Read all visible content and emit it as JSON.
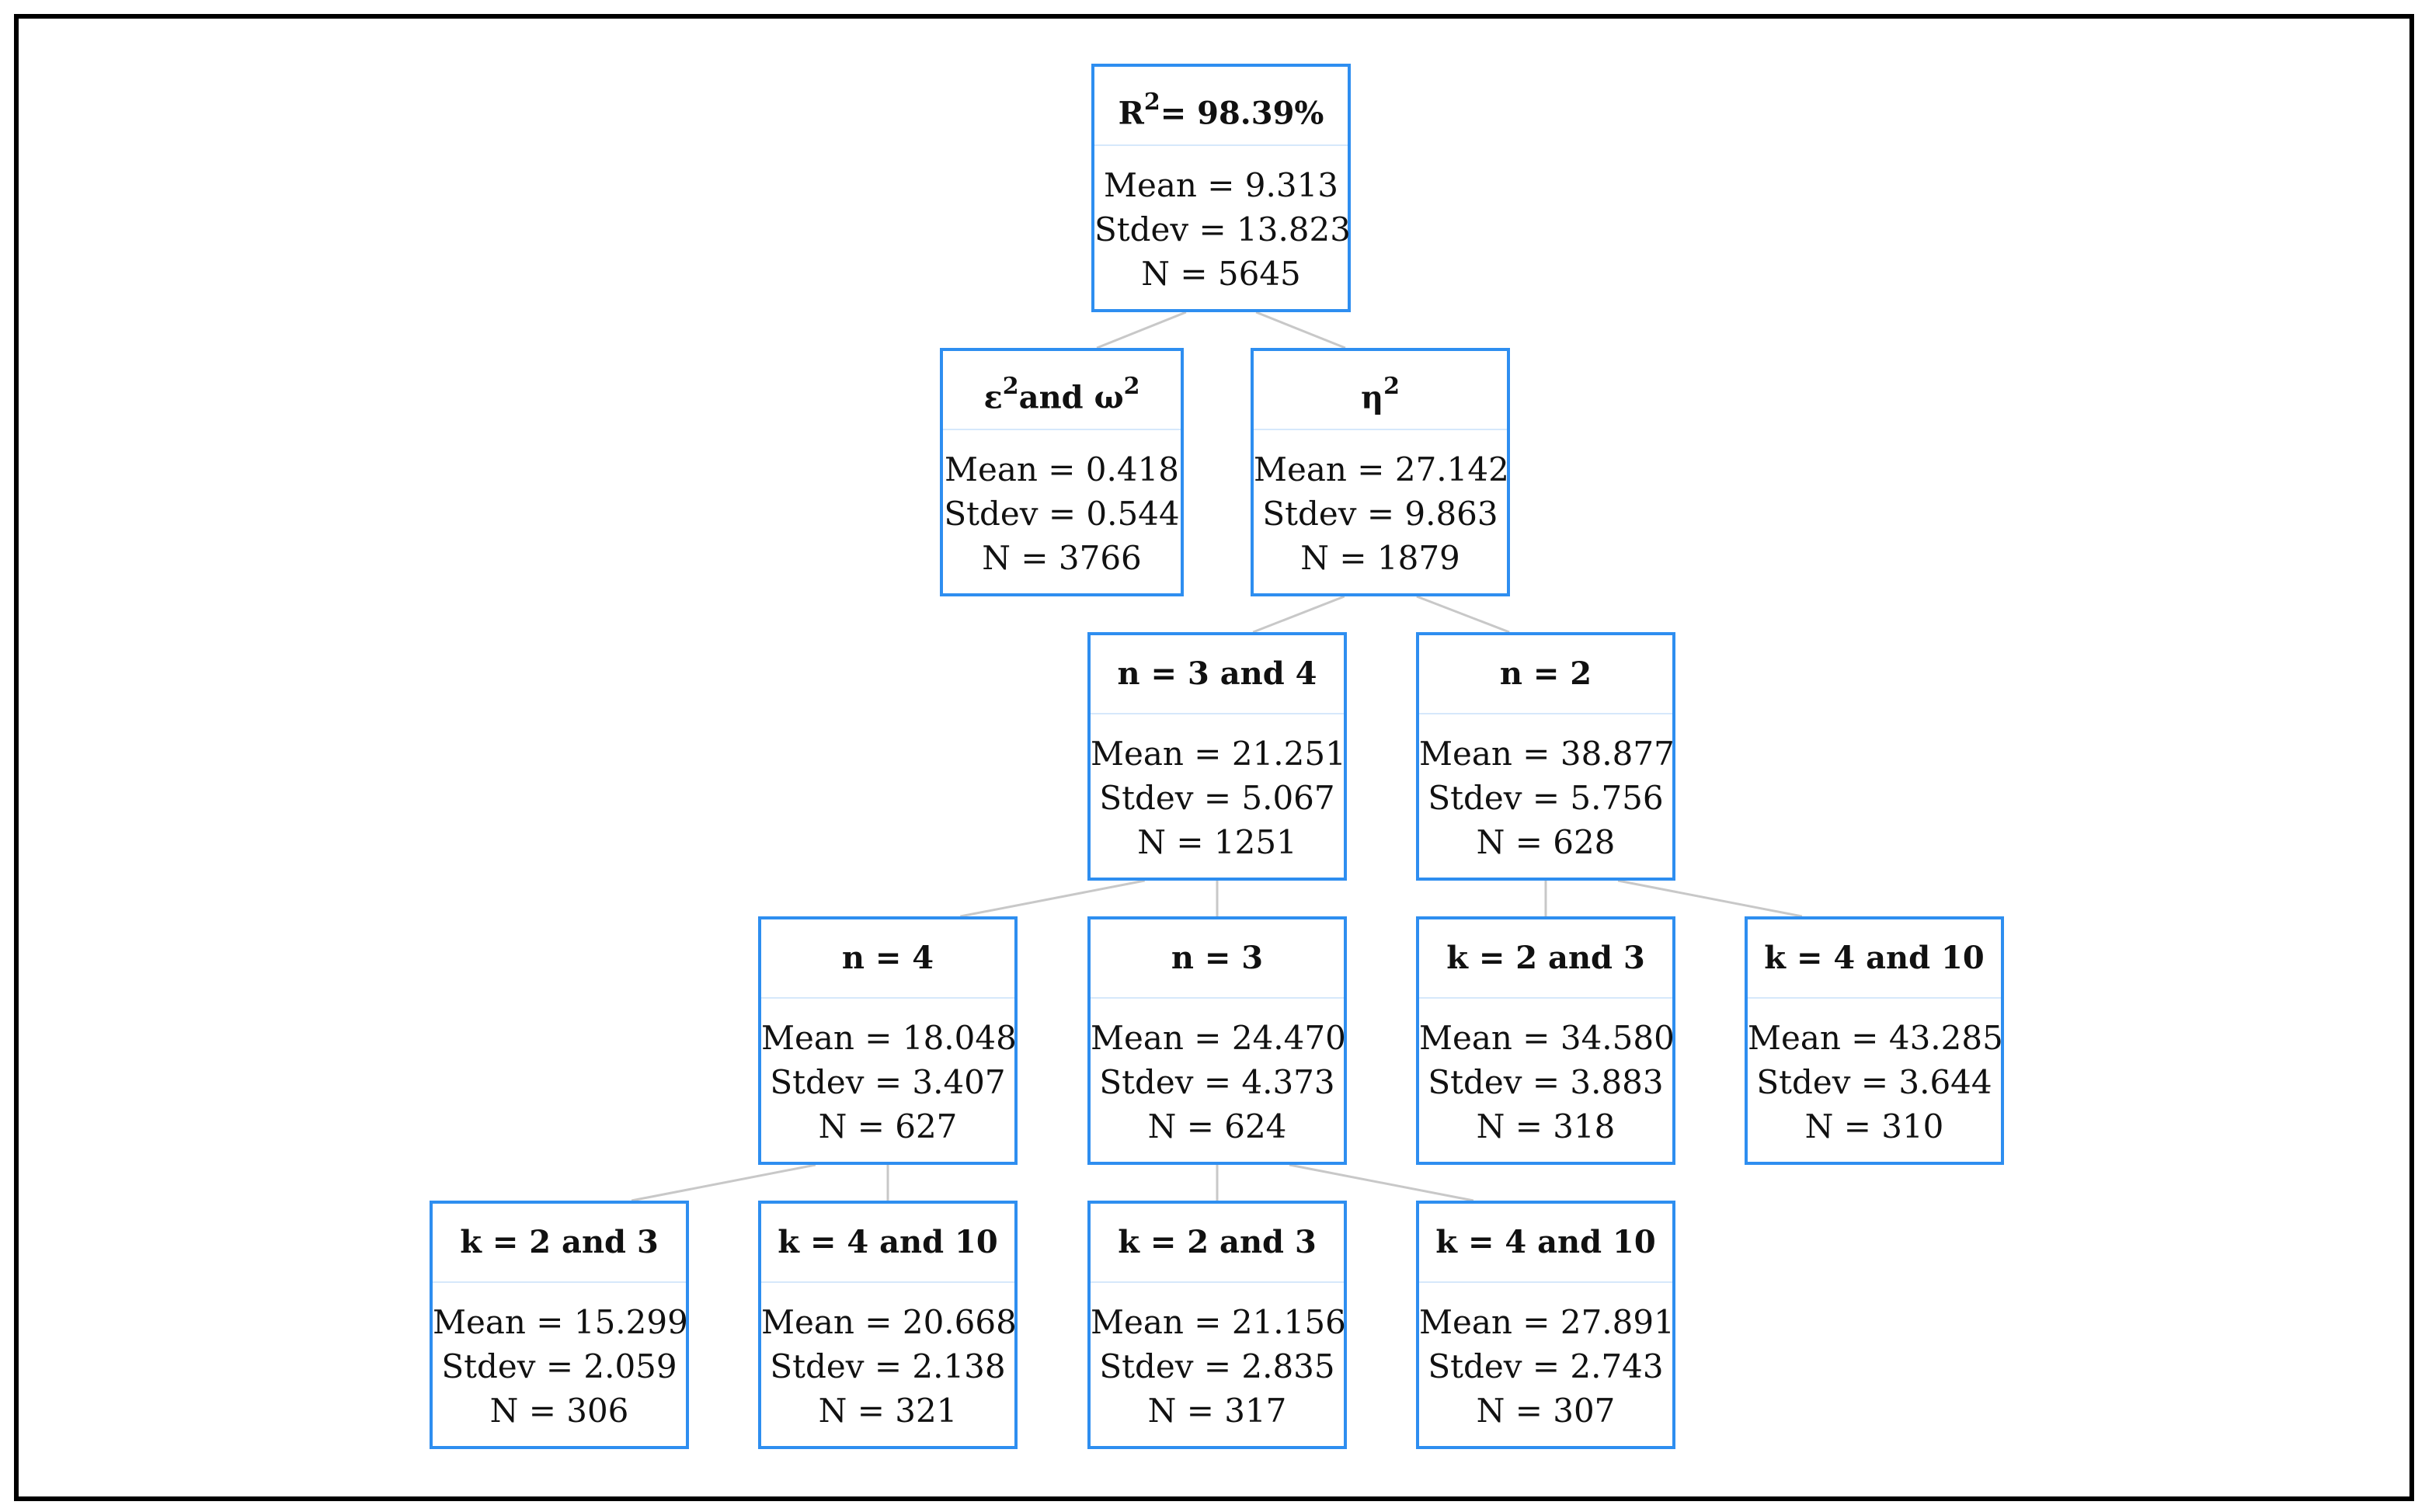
{
  "nodes": [
    {
      "id": "root",
      "title": "R",
      "sup": "2",
      "title_suffix": "= 98.39%",
      "mean": "Mean = 9.313",
      "stdev": "Stdev = 13.823",
      "n": "N = 5645"
    },
    {
      "id": "eps-omega",
      "title": "ε",
      "sup": "2",
      "title_suffix": "and ω",
      "sup2": "2",
      "mean": "Mean = 0.418",
      "stdev": "Stdev = 0.544",
      "n": "N = 3766"
    },
    {
      "id": "eta",
      "title": "η",
      "sup": "2",
      "title_suffix": "",
      "mean": "Mean = 27.142",
      "stdev": "Stdev = 9.863",
      "n": "N = 1879"
    },
    {
      "id": "n34",
      "title": "n = 3 and 4",
      "mean": "Mean = 21.251",
      "stdev": "Stdev = 5.067",
      "n": "N = 1251"
    },
    {
      "id": "n2",
      "title": "n = 2",
      "mean": "Mean = 38.877",
      "stdev": "Stdev = 5.756",
      "n": "N = 628"
    },
    {
      "id": "n4",
      "title": "n = 4",
      "mean": "Mean = 18.048",
      "stdev": "Stdev = 3.407",
      "n": "N = 627"
    },
    {
      "id": "n3",
      "title": "n = 3",
      "mean": "Mean = 24.470",
      "stdev": "Stdev = 4.373",
      "n": "N = 624"
    },
    {
      "id": "n2-k23",
      "title": "k = 2 and 3",
      "mean": "Mean = 34.580",
      "stdev": "Stdev = 3.883",
      "n": "N = 318"
    },
    {
      "id": "n2-k410",
      "title": "k = 4 and 10",
      "mean": "Mean = 43.285",
      "stdev": "Stdev = 3.644",
      "n": "N = 310"
    },
    {
      "id": "n4-k23",
      "title": "k = 2 and 3",
      "mean": "Mean = 15.299",
      "stdev": "Stdev = 2.059",
      "n": "N = 306"
    },
    {
      "id": "n4-k410",
      "title": "k = 4 and 10",
      "mean": "Mean = 20.668",
      "stdev": "Stdev = 2.138",
      "n": "N = 321"
    },
    {
      "id": "n3-k23",
      "title": "k = 2 and 3",
      "mean": "Mean = 21.156",
      "stdev": "Stdev = 2.835",
      "n": "N = 317"
    },
    {
      "id": "n3-k410",
      "title": "k = 4 and 10",
      "mean": "Mean = 27.891",
      "stdev": "Stdev = 2.743",
      "n": "N = 307"
    }
  ],
  "edges": [
    [
      "root",
      "eps-omega"
    ],
    [
      "root",
      "eta"
    ],
    [
      "eta",
      "n34"
    ],
    [
      "eta",
      "n2"
    ],
    [
      "n34",
      "n4"
    ],
    [
      "n34",
      "n3"
    ],
    [
      "n2",
      "n2-k23"
    ],
    [
      "n2",
      "n2-k410"
    ],
    [
      "n4",
      "n4-k23"
    ],
    [
      "n4",
      "n4-k410"
    ],
    [
      "n3",
      "n3-k23"
    ],
    [
      "n3",
      "n3-k410"
    ]
  ],
  "colors": {
    "node_border": "#2e8ef0",
    "edge": "#c8c8c8",
    "frame": "#000000"
  }
}
